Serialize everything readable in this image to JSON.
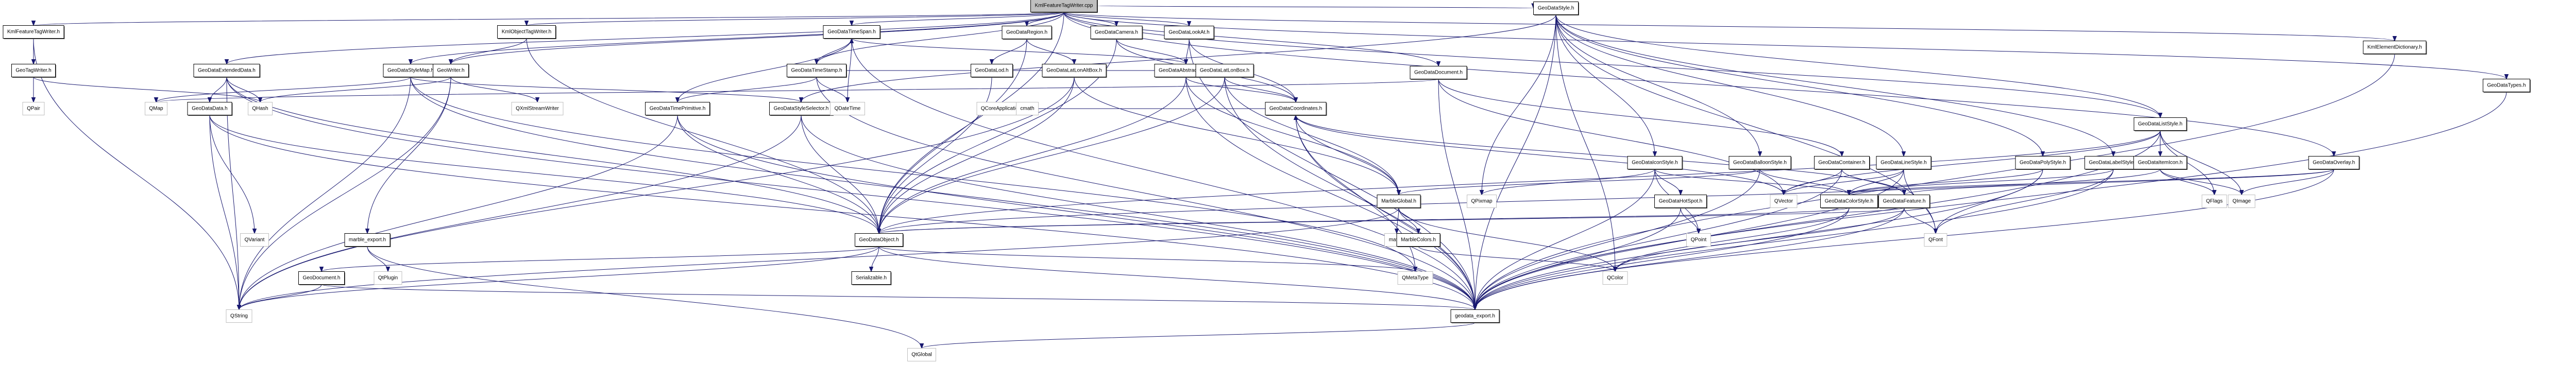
{
  "diagram": {
    "title": "KmlFeatureTagWriter.cpp",
    "type": "include-dependency-graph",
    "colors": {
      "edge": "#191970",
      "root_fill": "#bfbfbf",
      "internal_border": "#000000",
      "external_border": "#bfbfbf"
    },
    "nodes": [
      {
        "id": "root",
        "label": "KmlFeatureTagWriter.cpp",
        "kind": "root"
      },
      {
        "id": "kftw_h",
        "label": "KmlFeatureTagWriter.h",
        "kind": "internal"
      },
      {
        "id": "geotagwriter",
        "label": "GeoTagWriter.h",
        "kind": "internal"
      },
      {
        "id": "qpair",
        "label": "QPair",
        "kind": "external"
      },
      {
        "id": "extdata",
        "label": "GeoDataExtendedData.h",
        "kind": "internal"
      },
      {
        "id": "qmap",
        "label": "QMap",
        "kind": "external"
      },
      {
        "id": "datadata",
        "label": "GeoDataData.h",
        "kind": "internal"
      },
      {
        "id": "qhash",
        "label": "QHash",
        "kind": "external"
      },
      {
        "id": "stylemap",
        "label": "GeoDataStyleMap.h",
        "kind": "internal"
      },
      {
        "id": "geowriter",
        "label": "GeoWriter.h",
        "kind": "internal"
      },
      {
        "id": "kotw",
        "label": "KmlObjectTagWriter.h",
        "kind": "internal"
      },
      {
        "id": "qxml",
        "label": "QXmlStreamWriter",
        "kind": "external"
      },
      {
        "id": "qvariant",
        "label": "QVariant",
        "kind": "external"
      },
      {
        "id": "qstring",
        "label": "QString",
        "kind": "external"
      },
      {
        "id": "geodocument",
        "label": "GeoDocument.h",
        "kind": "internal"
      },
      {
        "id": "marbleexport",
        "label": "marble_export.h",
        "kind": "internal"
      },
      {
        "id": "qtplugin",
        "label": "QtPlugin",
        "kind": "external"
      },
      {
        "id": "timeprim",
        "label": "GeoDataTimePrimitive.h",
        "kind": "internal"
      },
      {
        "id": "stylesel",
        "label": "GeoDataStyleSelector.h",
        "kind": "internal"
      },
      {
        "id": "region",
        "label": "GeoDataRegion.h",
        "kind": "internal"
      },
      {
        "id": "lod",
        "label": "GeoDataLod.h",
        "kind": "internal"
      },
      {
        "id": "latlonalt",
        "label": "GeoDataLatLonAltBox.h",
        "kind": "internal"
      },
      {
        "id": "camera",
        "label": "GeoDataCamera.h",
        "kind": "internal"
      },
      {
        "id": "lookat",
        "label": "GeoDataLookAt.h",
        "kind": "internal"
      },
      {
        "id": "abstractview",
        "label": "GeoDataAbstractView.h",
        "kind": "internal"
      },
      {
        "id": "timespan",
        "label": "GeoDataTimeSpan.h",
        "kind": "internal"
      },
      {
        "id": "timestamp",
        "label": "GeoDataTimeStamp.h",
        "kind": "internal"
      },
      {
        "id": "qdatetime",
        "label": "QDateTime",
        "kind": "external"
      },
      {
        "id": "latlonbox",
        "label": "GeoDataLatLonBox.h",
        "kind": "internal"
      },
      {
        "id": "coords",
        "label": "GeoDataCoordinates.h",
        "kind": "internal"
      },
      {
        "id": "qcoreapp",
        "label": "QCoreApplication",
        "kind": "external"
      },
      {
        "id": "cmath",
        "label": "cmath",
        "kind": "external"
      },
      {
        "id": "geodataobject",
        "label": "GeoDataObject.h",
        "kind": "internal"
      },
      {
        "id": "serializable",
        "label": "Serializable.h",
        "kind": "internal"
      },
      {
        "id": "qtglobal",
        "label": "QtGlobal",
        "kind": "external"
      },
      {
        "id": "mathh",
        "label": "math.h",
        "kind": "external"
      },
      {
        "id": "marbleglobal",
        "label": "MarbleGlobal.h",
        "kind": "internal"
      },
      {
        "id": "marblecolors",
        "label": "MarbleColors.h",
        "kind": "internal"
      },
      {
        "id": "qmetatype",
        "label": "QMetaType",
        "kind": "external"
      },
      {
        "id": "geodataexport",
        "label": "geodata_export.h",
        "kind": "internal"
      },
      {
        "id": "document",
        "label": "GeoDataDocument.h",
        "kind": "internal"
      },
      {
        "id": "style",
        "label": "GeoDataStyle.h",
        "kind": "internal"
      },
      {
        "id": "iconstyle",
        "label": "GeoDataIconStyle.h",
        "kind": "internal"
      },
      {
        "id": "qpixmap",
        "label": "QPixmap",
        "kind": "external"
      },
      {
        "id": "hotspot",
        "label": "GeoDataHotSpot.h",
        "kind": "internal"
      },
      {
        "id": "qpoint",
        "label": "QPoint",
        "kind": "external"
      },
      {
        "id": "balloonstyle",
        "label": "GeoDataBalloonStyle.h",
        "kind": "internal"
      },
      {
        "id": "container",
        "label": "GeoDataContainer.h",
        "kind": "internal"
      },
      {
        "id": "qvector",
        "label": "QVector",
        "kind": "external"
      },
      {
        "id": "colorstyle",
        "label": "GeoDataColorStyle.h",
        "kind": "internal"
      },
      {
        "id": "qcolor",
        "label": "QColor",
        "kind": "external"
      },
      {
        "id": "linestyle",
        "label": "GeoDataLineStyle.h",
        "kind": "internal"
      },
      {
        "id": "feature",
        "label": "GeoDataFeature.h",
        "kind": "internal"
      },
      {
        "id": "qfont",
        "label": "QFont",
        "kind": "external"
      },
      {
        "id": "polystyle",
        "label": "GeoDataPolyStyle.h",
        "kind": "internal"
      },
      {
        "id": "labelstyle",
        "label": "GeoDataLabelStyle.h",
        "kind": "internal"
      },
      {
        "id": "liststyle",
        "label": "GeoDataListStyle.h",
        "kind": "internal"
      },
      {
        "id": "itemicon",
        "label": "GeoDataItemIcon.h",
        "kind": "internal"
      },
      {
        "id": "qflags",
        "label": "QFlags",
        "kind": "external"
      },
      {
        "id": "qimage",
        "label": "QImage",
        "kind": "external"
      },
      {
        "id": "overlay",
        "label": "GeoDataOverlay.h",
        "kind": "internal"
      },
      {
        "id": "kmldict",
        "label": "KmlElementDictionary.h",
        "kind": "internal"
      },
      {
        "id": "geodatatypes",
        "label": "GeoDataTypes.h",
        "kind": "internal"
      }
    ],
    "edges": [
      [
        "root",
        "kftw_h"
      ],
      [
        "root",
        "extdata"
      ],
      [
        "root",
        "stylemap"
      ],
      [
        "root",
        "geowriter"
      ],
      [
        "root",
        "kotw"
      ],
      [
        "root",
        "region"
      ],
      [
        "root",
        "camera"
      ],
      [
        "root",
        "lookat"
      ],
      [
        "root",
        "document"
      ],
      [
        "root",
        "style"
      ],
      [
        "root",
        "kmldict"
      ],
      [
        "root",
        "geodatatypes"
      ],
      [
        "root",
        "timespan"
      ],
      [
        "root",
        "timestamp"
      ],
      [
        "root",
        "overlay"
      ],
      [
        "root",
        "liststyle"
      ],
      [
        "root",
        "geodataobject"
      ],
      [
        "kftw_h",
        "geotagwriter"
      ],
      [
        "kftw_h",
        "qstring"
      ],
      [
        "geotagwriter",
        "qpair"
      ],
      [
        "geotagwriter",
        "qhash"
      ],
      [
        "extdata",
        "datadata"
      ],
      [
        "extdata",
        "qhash"
      ],
      [
        "extdata",
        "qstring"
      ],
      [
        "extdata",
        "geodataobject"
      ],
      [
        "extdata",
        "geodataexport"
      ],
      [
        "datadata",
        "qvariant"
      ],
      [
        "datadata",
        "qstring"
      ],
      [
        "datadata",
        "geodataobject"
      ],
      [
        "datadata",
        "geodataexport"
      ],
      [
        "stylemap",
        "qmap"
      ],
      [
        "stylemap",
        "stylesel"
      ],
      [
        "stylemap",
        "qstring"
      ],
      [
        "stylemap",
        "qmetatype"
      ],
      [
        "stylemap",
        "geodataexport"
      ],
      [
        "geowriter",
        "qxml"
      ],
      [
        "geowriter",
        "qstring"
      ],
      [
        "geowriter",
        "marbleexport"
      ],
      [
        "geowriter",
        "qhash"
      ],
      [
        "kotw",
        "geowriter"
      ],
      [
        "kotw",
        "geodataobject"
      ],
      [
        "marbleexport",
        "qtplugin"
      ],
      [
        "marbleexport",
        "qtglobal"
      ],
      [
        "geodocument",
        "qstring"
      ],
      [
        "geodocument",
        "geodataexport"
      ],
      [
        "timeprim",
        "geodataobject"
      ],
      [
        "timeprim",
        "geodataexport"
      ],
      [
        "timeprim",
        "qstring"
      ],
      [
        "stylesel",
        "geodataobject"
      ],
      [
        "stylesel",
        "geodataexport"
      ],
      [
        "stylesel",
        "qstring"
      ],
      [
        "region",
        "lod"
      ],
      [
        "region",
        "latlonalt"
      ],
      [
        "region",
        "geodataobject"
      ],
      [
        "lod",
        "geodataobject"
      ],
      [
        "latlonalt",
        "latlonbox"
      ],
      [
        "latlonalt",
        "geodataobject"
      ],
      [
        "latlonalt",
        "marbleglobal"
      ],
      [
        "latlonalt",
        "qstring"
      ],
      [
        "camera",
        "abstractview"
      ],
      [
        "camera",
        "coords"
      ],
      [
        "camera",
        "geodataobject"
      ],
      [
        "lookat",
        "abstractview"
      ],
      [
        "lookat",
        "coords"
      ],
      [
        "lookat",
        "geodataexport"
      ],
      [
        "abstractview",
        "coords"
      ],
      [
        "abstractview",
        "geodataobject"
      ],
      [
        "abstractview",
        "timespan"
      ],
      [
        "abstractview",
        "timestamp"
      ],
      [
        "abstractview",
        "marbleglobal"
      ],
      [
        "abstractview",
        "geodataexport"
      ],
      [
        "timespan",
        "timestamp"
      ],
      [
        "timespan",
        "qdatetime"
      ],
      [
        "timespan",
        "timeprim"
      ],
      [
        "timespan",
        "geodataexport"
      ],
      [
        "timestamp",
        "qdatetime"
      ],
      [
        "timestamp",
        "timeprim"
      ],
      [
        "timestamp",
        "geodataexport"
      ],
      [
        "latlonbox",
        "coords"
      ],
      [
        "latlonbox",
        "geodataobject"
      ],
      [
        "latlonbox",
        "marbleglobal"
      ],
      [
        "latlonbox",
        "geodataexport"
      ],
      [
        "coords",
        "qcoreapp"
      ],
      [
        "coords",
        "cmath"
      ],
      [
        "coords",
        "qmetatype"
      ],
      [
        "coords",
        "qvector"
      ],
      [
        "coords",
        "marbleglobal"
      ],
      [
        "coords",
        "geodataexport"
      ],
      [
        "geodataobject",
        "serializable"
      ],
      [
        "geodataobject",
        "geodocument"
      ],
      [
        "geodataobject",
        "qstring"
      ],
      [
        "geodataobject",
        "geodataexport"
      ],
      [
        "geodataobject",
        "qmetatype"
      ],
      [
        "marbleglobal",
        "mathh"
      ],
      [
        "marbleglobal",
        "marblecolors"
      ],
      [
        "marbleglobal",
        "qstring"
      ],
      [
        "marbleglobal",
        "qcolor"
      ],
      [
        "marblecolors",
        "qcolor"
      ],
      [
        "geodataexport",
        "qtglobal"
      ],
      [
        "document",
        "container"
      ],
      [
        "document",
        "qmap"
      ],
      [
        "document",
        "geodataexport"
      ],
      [
        "document",
        "qvector"
      ],
      [
        "style",
        "iconstyle"
      ],
      [
        "style",
        "balloonstyle"
      ],
      [
        "style",
        "linestyle"
      ],
      [
        "style",
        "polystyle"
      ],
      [
        "style",
        "labelstyle"
      ],
      [
        "style",
        "liststyle"
      ],
      [
        "style",
        "stylesel"
      ],
      [
        "style",
        "qpixmap"
      ],
      [
        "style",
        "qfont"
      ],
      [
        "style",
        "qcolor"
      ],
      [
        "style",
        "geodataexport"
      ],
      [
        "iconstyle",
        "qpixmap"
      ],
      [
        "iconstyle",
        "hotspot"
      ],
      [
        "iconstyle",
        "colorstyle"
      ],
      [
        "iconstyle",
        "qpoint"
      ],
      [
        "iconstyle",
        "geodataexport"
      ],
      [
        "hotspot",
        "qpoint"
      ],
      [
        "hotspot",
        "geodataexport"
      ],
      [
        "balloonstyle",
        "colorstyle"
      ],
      [
        "balloonstyle",
        "marbleglobal"
      ],
      [
        "balloonstyle",
        "geodataexport"
      ],
      [
        "container",
        "feature"
      ],
      [
        "container",
        "qvector"
      ],
      [
        "container",
        "geodataexport"
      ],
      [
        "colorstyle",
        "qcolor"
      ],
      [
        "colorstyle",
        "geodataobject"
      ],
      [
        "colorstyle",
        "geodataexport"
      ],
      [
        "linestyle",
        "colorstyle"
      ],
      [
        "linestyle",
        "qvector"
      ],
      [
        "linestyle",
        "qfont"
      ],
      [
        "linestyle",
        "geodataexport"
      ],
      [
        "feature",
        "geodataobject"
      ],
      [
        "feature",
        "qfont"
      ],
      [
        "feature",
        "coords"
      ],
      [
        "feature",
        "qcolor"
      ],
      [
        "feature",
        "geodataexport"
      ],
      [
        "polystyle",
        "colorstyle"
      ],
      [
        "polystyle",
        "qfont"
      ],
      [
        "polystyle",
        "geodataexport"
      ],
      [
        "labelstyle",
        "colorstyle"
      ],
      [
        "labelstyle",
        "qfont"
      ],
      [
        "labelstyle",
        "geodataexport"
      ],
      [
        "liststyle",
        "itemicon"
      ],
      [
        "liststyle",
        "qflags"
      ],
      [
        "liststyle",
        "qimage"
      ],
      [
        "liststyle",
        "qvector"
      ],
      [
        "liststyle",
        "geodataobject"
      ],
      [
        "liststyle",
        "geodataexport"
      ],
      [
        "itemicon",
        "qflags"
      ],
      [
        "itemicon",
        "qimage"
      ],
      [
        "itemicon",
        "geodataobject"
      ],
      [
        "overlay",
        "qimage"
      ],
      [
        "overlay",
        "feature"
      ],
      [
        "overlay",
        "colorstyle"
      ],
      [
        "overlay",
        "geodataexport"
      ],
      [
        "kmldict",
        "geodataexport"
      ],
      [
        "geodatatypes",
        "geodataexport"
      ]
    ]
  }
}
